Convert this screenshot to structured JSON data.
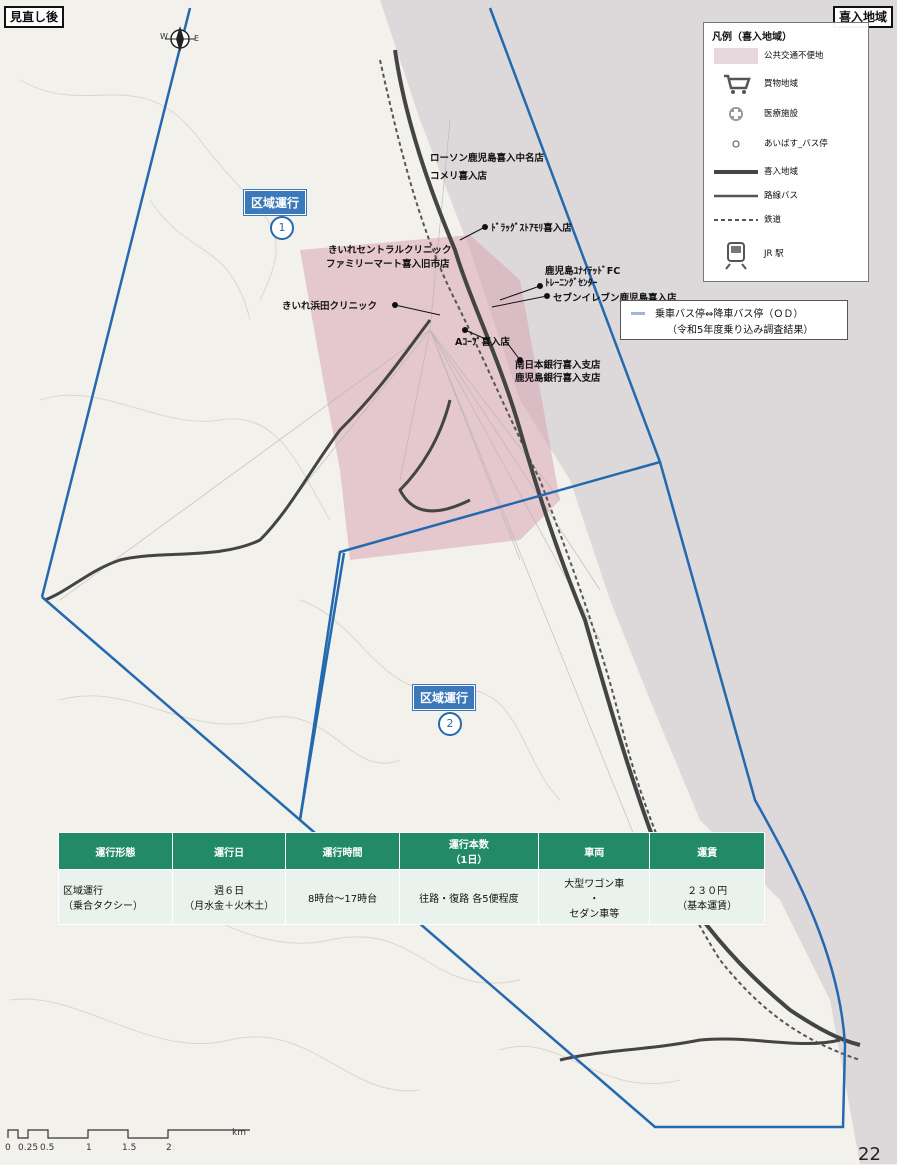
{
  "corner": {
    "left": "見直し後",
    "right": "喜入地域"
  },
  "compass": {
    "west": "W",
    "east": "E"
  },
  "legend": {
    "title": "凡例（喜入地域）",
    "items": [
      {
        "icon": "shaded-area-icon",
        "label": "公共交通不便地"
      },
      {
        "icon": "shopping-cart-icon",
        "label": "買物地域"
      },
      {
        "icon": "medical-cross-icon",
        "label": "医療施設"
      },
      {
        "icon": "bus-stop-icon",
        "label": "あいばす_バス停"
      },
      {
        "icon": "route-thick-icon",
        "label": "喜入地域"
      },
      {
        "icon": "route-bus-icon",
        "label": "路線バス"
      },
      {
        "icon": "railway-icon",
        "label": "鉄道"
      },
      {
        "icon": "jr-station-icon",
        "label": "JR 駅"
      }
    ]
  },
  "od_legend": {
    "line1": "乗車バス停⇔降車バス停（ＯＤ）",
    "line2": "（令和5年度乗り込み調査結果）"
  },
  "zones": [
    {
      "badge": "区域運行",
      "number": "1"
    },
    {
      "badge": "区域運行",
      "number": "2"
    }
  ],
  "pois": [
    "ローソン鹿児島喜入中名店",
    "コメリ喜入店",
    "ﾄﾞﾗｯｸﾞｽﾄｱﾓﾘ喜入店",
    "きいれセントラルクリニック",
    "ファミリーマート喜入旧市店",
    "鹿児島ﾕﾅｲﾃｯﾄﾞFC",
    "ﾄﾚｰﾆﾝｸﾞｾﾝﾀｰ",
    "セブンイレブン鹿児島喜入店",
    "きいれ浜田クリニック",
    "Aｺｰﾌﾟ喜入店",
    "南日本銀行喜入支店",
    "鹿児島銀行喜入支店"
  ],
  "table": {
    "headers": [
      "運行形態",
      "運行日",
      "運行時間",
      "運行本数\n（1日）",
      "車両",
      "運賃"
    ],
    "row": [
      "区域運行\n（乗合タクシー）",
      "週６日\n（月水金＋火木土）",
      "8時台～17時台",
      "往路・復路 各5便程度",
      "大型ワゴン車\n・\nセダン車等",
      "２３０円\n（基本運賃）"
    ]
  },
  "scale": {
    "ticks": [
      "0",
      "0.25",
      "0.5",
      "1",
      "1.5",
      "2"
    ],
    "unit": "km"
  },
  "page_number": "22",
  "colors": {
    "zone_line": "#2469b0",
    "zone_badge": "#3b79ba",
    "pink_area": "#d7a6b5",
    "table_header": "#228a66",
    "sea": "#ddd8d9"
  }
}
